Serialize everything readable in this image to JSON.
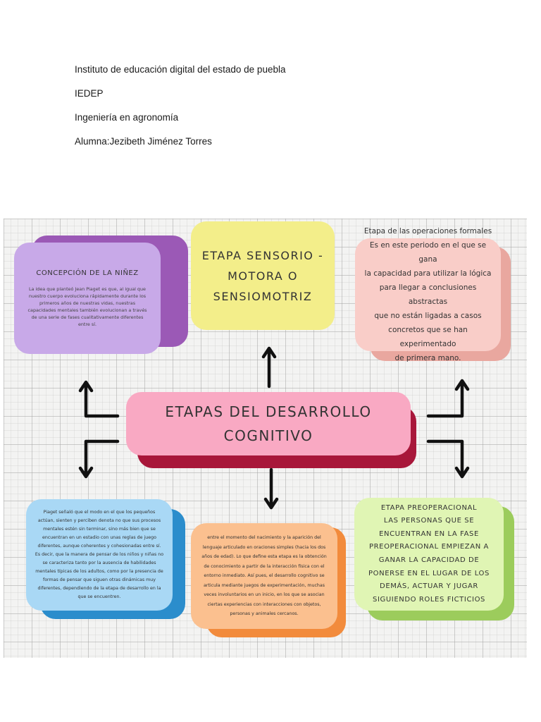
{
  "header": {
    "lines": [
      "Instituto de educación digital del estado de puebla",
      "IEDEP",
      "Ingeniería en agronomía",
      "Alumna:Jezibeth Jiménez Torres"
    ]
  },
  "map": {
    "center": {
      "line1": "ETAPAS DEL DESARROLLO",
      "line2": "COGNITIVO"
    },
    "top_left": {
      "title": "CONCEPCIÓN DE LA NIÑEZ",
      "text": "La idea que planteó Jean Piaget es que, al igual que nuestro cuerpo evoluciona rápidamente durante los primeros años de nuestras vidas, nuestras capacidades mentales también evolucionan a través de una serie de fases cualitativamente diferentes entre sí."
    },
    "top_center": {
      "line1": "ETAPA SENSORIO -",
      "line2": "MOTORA O",
      "line3": "SENSIOMOTRIZ"
    },
    "top_right": {
      "line1": "Etapa de las operaciones formales",
      "line2": "Es en este periodo en el que se gana",
      "line3": "la capacidad para utilizar la lógica",
      "line4": "para llegar a conclusiones abstractas",
      "line5": "que no están ligadas a casos",
      "line6": "concretos que se han experimentado",
      "line7": "de primera mano."
    },
    "bottom_left": {
      "text": "Piaget señaló que el modo en el que los pequeños actúan, sienten y perciben denota no que sus procesos mentales estén sin terminar, sino más bien que se encuentran en un estadio con unas reglas de juego diferentes, aunque coherentes y cohesionadas entre sí. Es decir, que la manera de pensar de los niños y niñas no se caracteriza tanto por la ausencia de habilidades mentales típicas de los adultos, como por la presencia de formas de pensar que siguen otras dinámicas muy diferentes, dependiendo de la etapa de desarrollo en la que se encuentren."
    },
    "bottom_center": {
      "text": "entre el momento del nacimiento y la aparición del lenguaje articulado en oraciones simples (hacia los dos años de edad). Lo que define esta etapa es la obtención de conocimiento a partir de la interacción física con el entorno inmediato. Así pues, el desarrollo cognitivo se articula mediante juegos de experimentación, muchas veces involuntarios en un inicio, en los que se asocian ciertas experiencias con interacciones con objetos, personas y animales cercanos."
    },
    "bottom_right": {
      "line1": "ETAPA PREOPERACIONAL",
      "line2": "LAS PERSONAS QUE SE",
      "line3": "ENCUENTRAN EN LA FASE",
      "line4": "PREOPERACIONAL EMPIEZAN A",
      "line5": "GANAR LA CAPACIDAD DE",
      "line6": "PONERSE EN EL LUGAR DE LOS",
      "line7": "DEMÁS, ACTUAR Y JUGAR",
      "line8": "SIGUIENDO ROLES FICTICIOS"
    },
    "colors": {
      "purple": "#c8a9e8",
      "yellow": "#f3ee8a",
      "salmon": "#f9cdc8",
      "pink": "#f9a9c3",
      "blue": "#a9d8f5",
      "orange": "#fbc08f",
      "green": "#e0f5b4"
    }
  }
}
